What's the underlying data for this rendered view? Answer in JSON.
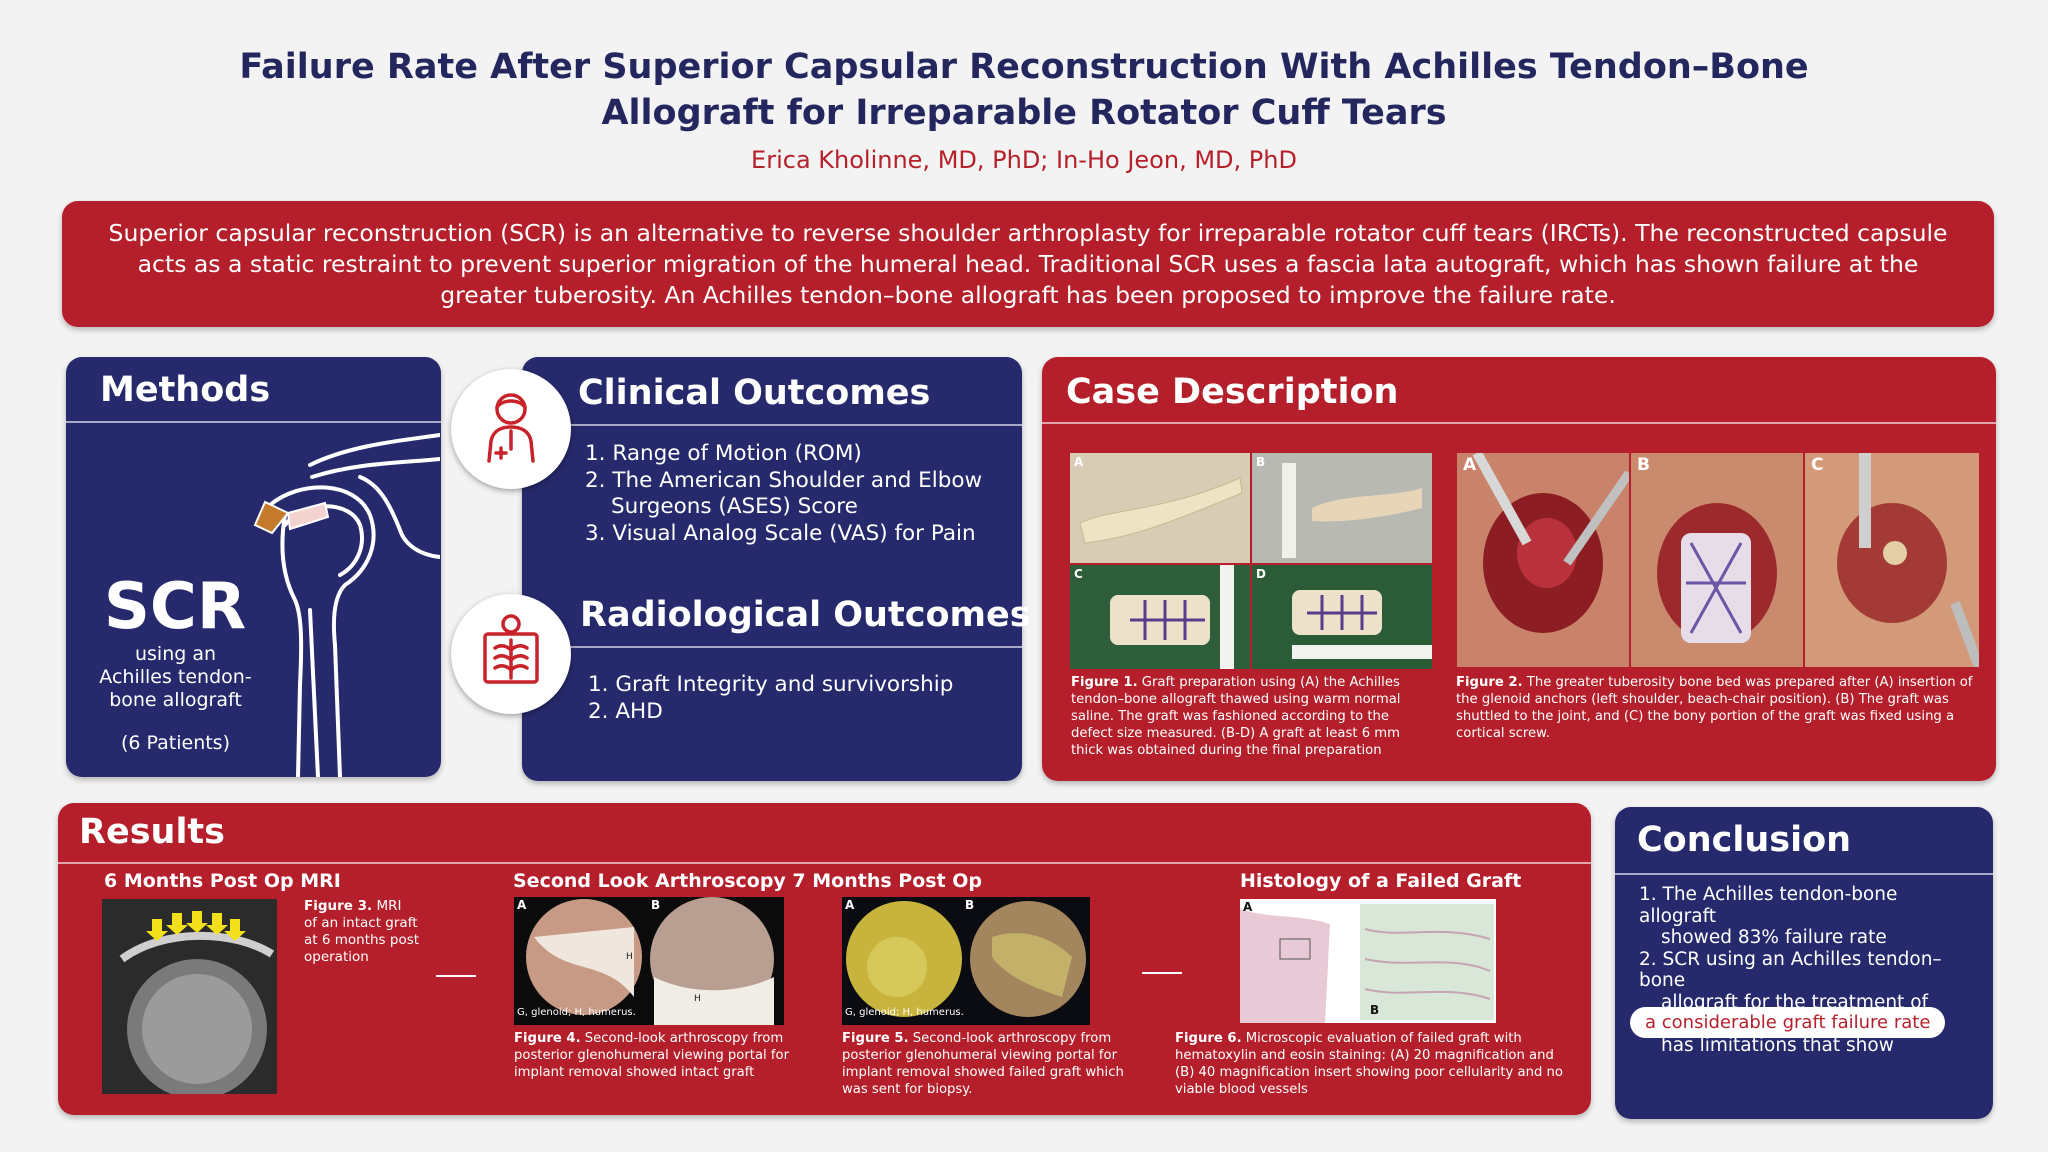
{
  "header": {
    "title_line1": "Failure Rate After Superior Capsular Reconstruction With Achilles Tendon–Bone",
    "title_line2": "Allograft for Irreparable Rotator Cuff Tears",
    "authors": "Erica Kholinne, MD, PhD; In-Ho Jeon, MD, PhD"
  },
  "intro": {
    "text": "Superior capsular reconstruction (SCR) is an alternative to reverse shoulder arthroplasty for irreparable rotator cuff tears (IRCTs). The reconstructed capsule acts as a static restraint to prevent superior migration of the humeral head. Traditional SCR uses a fascia lata autograft, which has shown failure at the greater tuberosity. An Achilles tendon–bone allograft has been proposed to improve the failure rate."
  },
  "methods": {
    "title": "Methods",
    "big_label": "SCR",
    "sub_label_1": "using an",
    "sub_label_2": "Achilles tendon-",
    "sub_label_3": "bone allograft",
    "patients": "(6 Patients)"
  },
  "clinical": {
    "title": "Clinical Outcomes",
    "items": [
      "1. Range of Motion (ROM)",
      "2. The American Shoulder and Elbow",
      "Surgeons (ASES) Score",
      "3. Visual Analog Scale (VAS) for Pain"
    ]
  },
  "radiological": {
    "title": "Radiological Outcomes",
    "items": [
      "1. Graft Integrity and survivorship",
      "2. AHD"
    ]
  },
  "case": {
    "title": "Case Description",
    "fig1_panels": [
      "A",
      "B",
      "C",
      "D"
    ],
    "fig1_label": "Figure 1.",
    "fig1_caption": " Graft preparation using (A) the Achilles tendon–bone allograft thawed using warm normal saline. The graft was fashioned according to the defect size measured. (B-D) A graft at least 6 mm thick was obtained during the final preparation",
    "fig2_panels": [
      "A",
      "B",
      "C"
    ],
    "fig2_label": "Figure 2.",
    "fig2_caption": " The greater tuberosity bone bed was prepared after (A) insertion of the glenoid anchors (left shoulder, beach-chair position). (B) The graft was shuttled to the joint, and (C) the bony portion of the graft was fixed using a cortical screw."
  },
  "results": {
    "title": "Results",
    "mri_heading": "6 Months Post Op MRI",
    "fig3_label": "Figure 3.",
    "fig3_caption_1": " MRI",
    "fig3_caption_2": "of an intact graft",
    "fig3_caption_3": "at 6 months post",
    "fig3_caption_4": "operation",
    "arthro_heading": "Second Look Arthroscopy 7 Months Post Op",
    "fig4_panels": [
      "A",
      "B"
    ],
    "fig4_legend": "G, glenoid; H, humerus.",
    "fig4_label": "Figure 4.",
    "fig4_caption": " Second-look arthroscopy from posterior glenohumeral viewing portal for implant removal showed intact graft",
    "fig5_panels": [
      "A",
      "B"
    ],
    "fig5_legend": "G, glenoid; H, humerus.",
    "fig5_label": "Figure 5.",
    "fig5_caption": " Second-look arthroscopy from posterior glenohumeral viewing portal for implant removal showed failed graft which was sent for biopsy.",
    "histo_heading": "Histology of a Failed Graft",
    "fig6_panels": [
      "A",
      "B"
    ],
    "fig6_label": "Figure 6.",
    "fig6_caption": " Microscopic evaluation of failed graft with hematoxylin and eosin staining: (A) 20  magnification and (B) 40  magnification insert showing poor cellularity and no viable blood vessels"
  },
  "conclusion": {
    "title": "Conclusion",
    "item1_a": "1. The Achilles tendon-bone allograft",
    "item1_b": "showed 83% failure rate",
    "item2_a": "2. SCR using an Achilles tendon–bone",
    "item2_b": "allograft for the treatment of IRCTs",
    "item2_c": "has limitations that show",
    "highlight": "a considerable graft failure rate"
  },
  "colors": {
    "red": "#b41f2b",
    "navy": "#262a6c",
    "title": "#24265e"
  }
}
